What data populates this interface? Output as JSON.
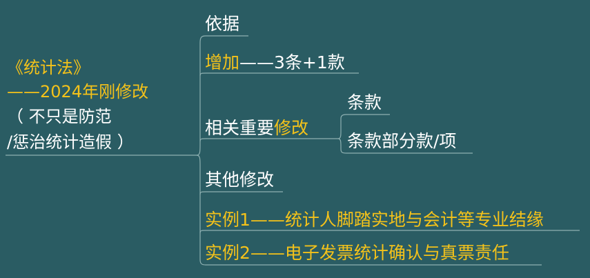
{
  "colors": {
    "background": "#2a5c63",
    "connector": "#8fb1b2",
    "highlight": "#f4c21a",
    "text": "#ffffff"
  },
  "root": {
    "title": "《统计法》",
    "subtitle": "——2024年刚修改",
    "note_line1": "（ 不只是防范",
    "note_line2": "/惩治统计造假 ）"
  },
  "branches": [
    {
      "label": "依据"
    },
    {
      "label_highlight": "增加",
      "label_rest": "——3条+1款"
    },
    {
      "label_plain": "相关重要",
      "label_highlight": "修改",
      "children": [
        {
          "label": "条款"
        },
        {
          "label": "条款部分款/项"
        }
      ]
    },
    {
      "label": "其他修改"
    },
    {
      "label": "实例1——统计人脚踏实地与会计等专业结缘"
    },
    {
      "label": "实例2——电子发票统计确认与真票责任"
    }
  ]
}
